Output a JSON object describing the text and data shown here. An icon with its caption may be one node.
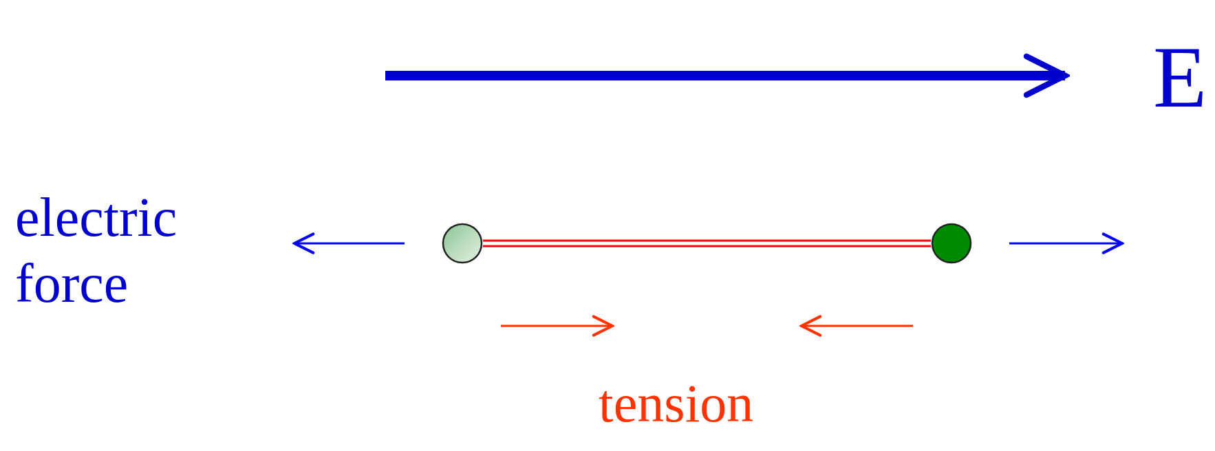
{
  "diagram": {
    "nodes": [
      {
        "text": [],
        "shape": "circle"
      },
      {
        "text": [],
        "shape": "circle"
      }
    ],
    "edges": [
      {
        "from": 0,
        "to": 1,
        "arrow": "none",
        "color": "#ff0000"
      }
    ],
    "labels": [
      "E",
      "electric force",
      "tension"
    ]
  }
}
